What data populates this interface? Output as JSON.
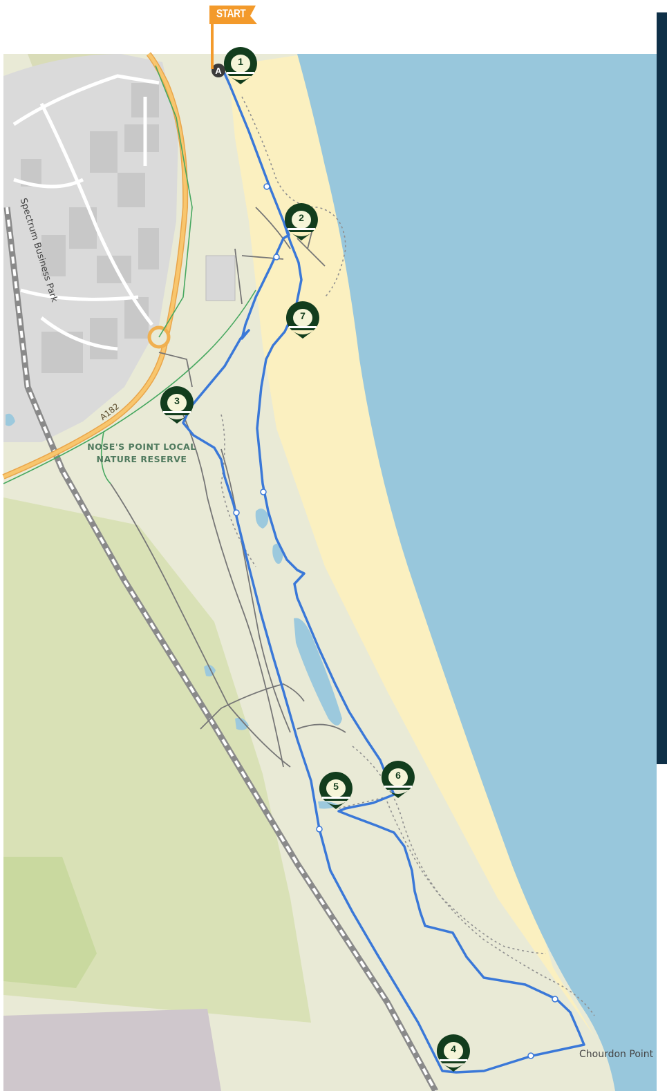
{
  "start_flag": {
    "label": "START",
    "color": "#f39a2b"
  },
  "route_start_marker": {
    "label": "A"
  },
  "markers": [
    "1",
    "2",
    "3",
    "4",
    "5",
    "6",
    "7"
  ],
  "labels": {
    "reserve_line1": "NOSE'S POINT LOCAL",
    "reserve_line2": "NATURE RESERVE",
    "business_park": "Spectrum Business Park",
    "road": "A182",
    "point": "Chourdon Point"
  },
  "colors": {
    "sea": "#98c7dc",
    "beach": "#fbf0c0",
    "land": "#eaebd8",
    "park": "#dedfb2",
    "route": "#3a78d8",
    "marker": "#123d1d",
    "sidebar": "#0f3048"
  }
}
